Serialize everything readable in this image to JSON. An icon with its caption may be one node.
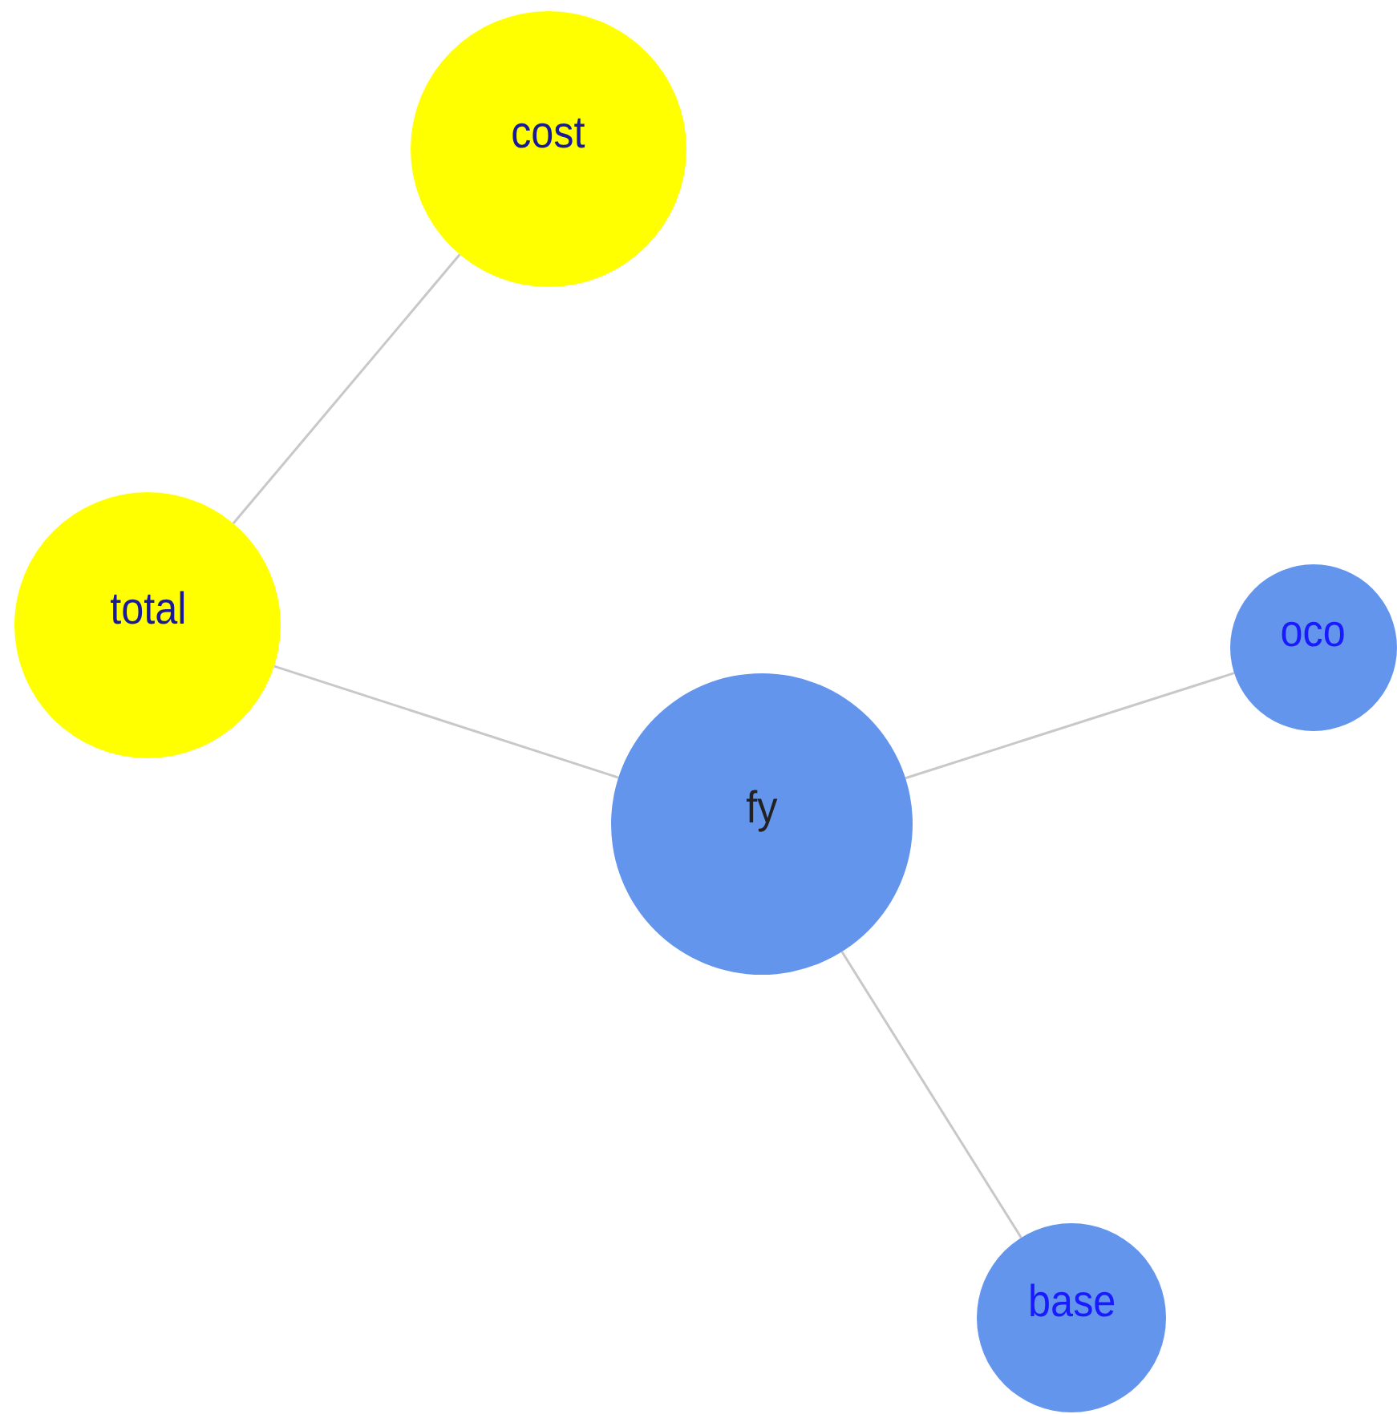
{
  "diagram": {
    "nodes": [
      {
        "text": [
          "cost"
        ]
      },
      {
        "text": [
          "total"
        ]
      },
      {
        "text": [
          "fy"
        ]
      },
      {
        "text": [
          "oco"
        ]
      },
      {
        "text": [
          "base"
        ]
      }
    ],
    "edges": [
      {
        "from": 0,
        "to": 1,
        "arrow": "none"
      },
      {
        "from": 1,
        "to": 2,
        "arrow": "none"
      },
      {
        "from": 2,
        "to": 3,
        "arrow": "none"
      },
      {
        "from": 2,
        "to": 4,
        "arrow": "none"
      }
    ]
  }
}
